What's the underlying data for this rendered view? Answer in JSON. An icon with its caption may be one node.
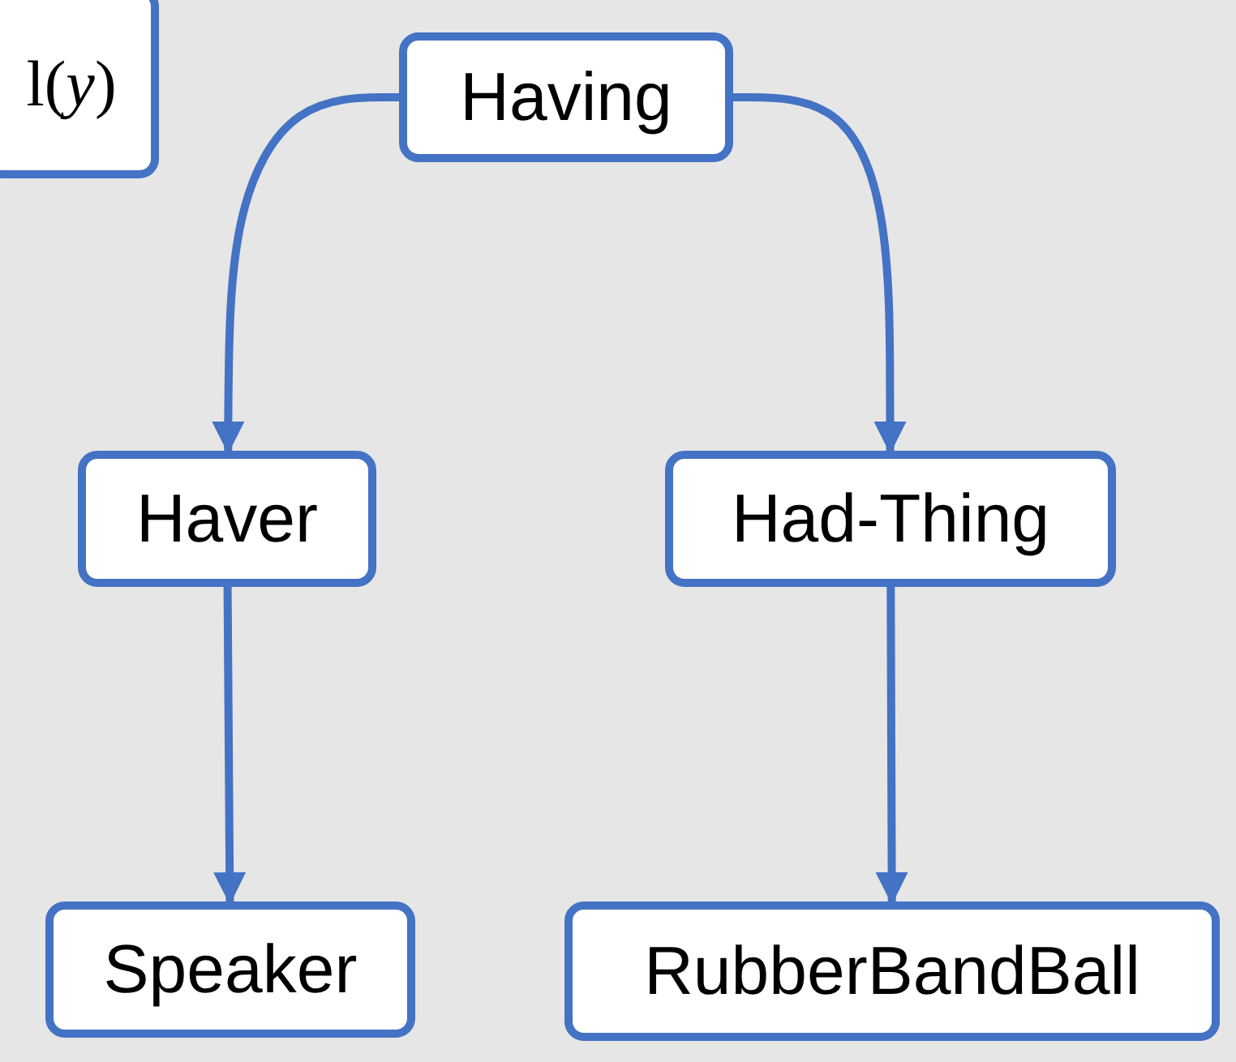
{
  "diagram": {
    "nodes": [
      {
        "text": [
          "l(*y*)"
        ]
      },
      {
        "text": [
          "Having"
        ]
      },
      {
        "text": [
          "Haver"
        ]
      },
      {
        "text": [
          "Had-Thing"
        ]
      },
      {
        "text": [
          "Speaker"
        ]
      },
      {
        "text": [
          "RubberBandBall"
        ]
      }
    ],
    "edges": [
      {
        "from": 1,
        "to": 2,
        "arrow": "to"
      },
      {
        "from": 1,
        "to": 3,
        "arrow": "to"
      },
      {
        "from": 2,
        "to": 4,
        "arrow": "to"
      },
      {
        "from": 3,
        "to": 5,
        "arrow": "to"
      }
    ]
  }
}
